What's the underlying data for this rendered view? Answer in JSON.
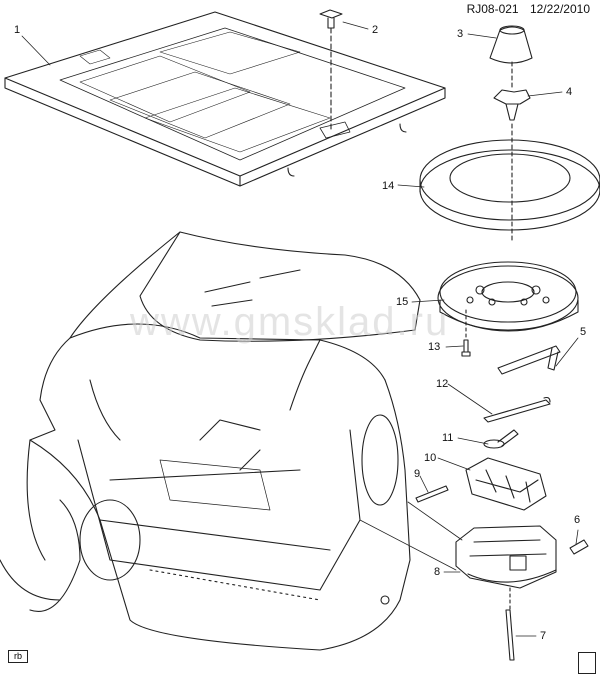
{
  "header": {
    "diagram_id": "RJ08-021",
    "date": "12/22/2010"
  },
  "watermark": "www.gmsklad.ru",
  "corner_tag": "rb",
  "callouts": [
    "1",
    "2",
    "3",
    "4",
    "14",
    "15",
    "13",
    "5",
    "12",
    "11",
    "10",
    "9",
    "6",
    "8",
    "7"
  ]
}
